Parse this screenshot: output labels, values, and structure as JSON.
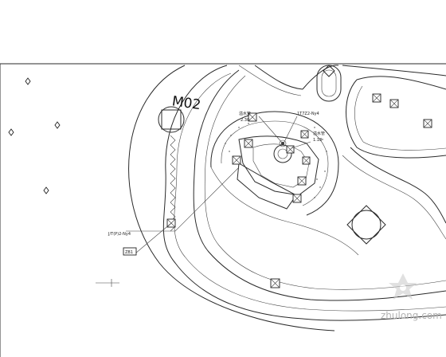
{
  "drawing": {
    "section_label": "M02",
    "notes": {
      "top_left": "溢水管",
      "top_right": "1T7Z2-Ny4",
      "top_left_elev": "2.30",
      "right_mid": "溢水管",
      "right_mid_elev": "1.18",
      "left_callout": "J/T(P)2-Ny4",
      "box_tag": "ZB1"
    }
  },
  "watermark": {
    "text": "zhulong.com",
    "icon": "zhulong-logo-icon"
  },
  "colors": {
    "line": "#2a2a2a",
    "background": "#ffffff",
    "watermark": "#b3b3b3"
  }
}
